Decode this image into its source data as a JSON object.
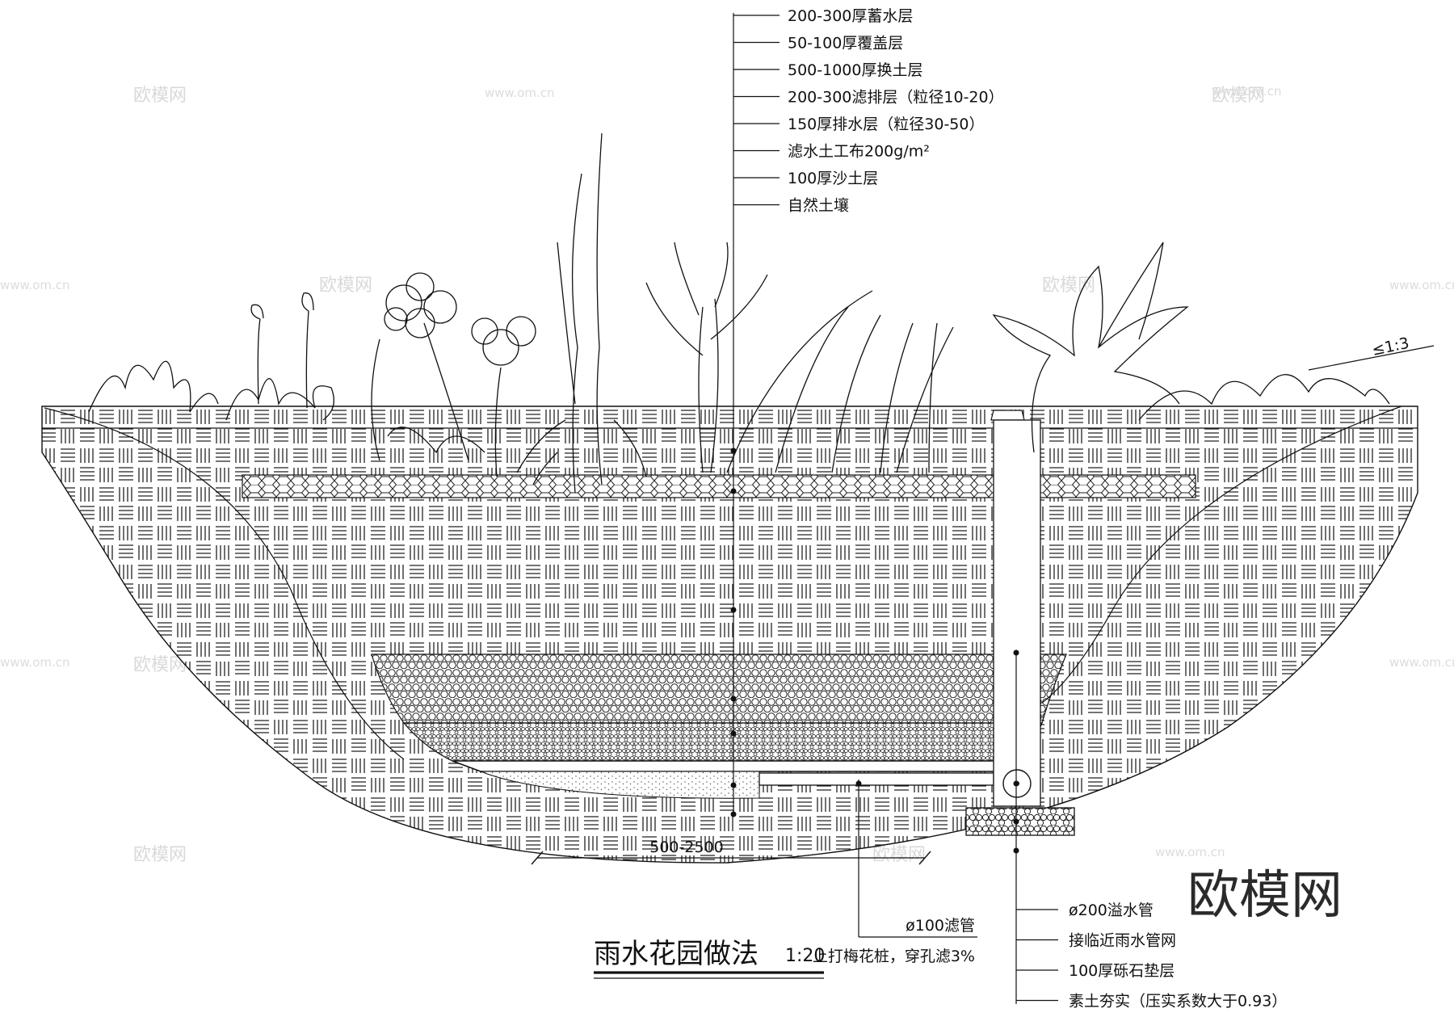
{
  "title": "雨水花园做法",
  "scale": "1:20",
  "dimension": "500-2500",
  "slope": "≤1:3",
  "layer_callouts": [
    "200-300厚蓄水层",
    "50-100厚覆盖层",
    "500-1000厚换土层",
    "200-300滤排层（粒径10-20）",
    "150厚排水层（粒径30-50）",
    "滤水土工布200g/m²",
    "100厚沙土层",
    "自然土壤"
  ],
  "pipe_callout": {
    "name": "ø100滤管",
    "note": "上打梅花桩，穿孔滤3%"
  },
  "overflow_callouts": [
    "ø200溢水管",
    "接临近雨水管网",
    "100厚砾石垫层",
    "素土夯实（压实系数大于0.93）"
  ],
  "watermark": {
    "brand": "欧模网",
    "url": "www.om.cn"
  }
}
